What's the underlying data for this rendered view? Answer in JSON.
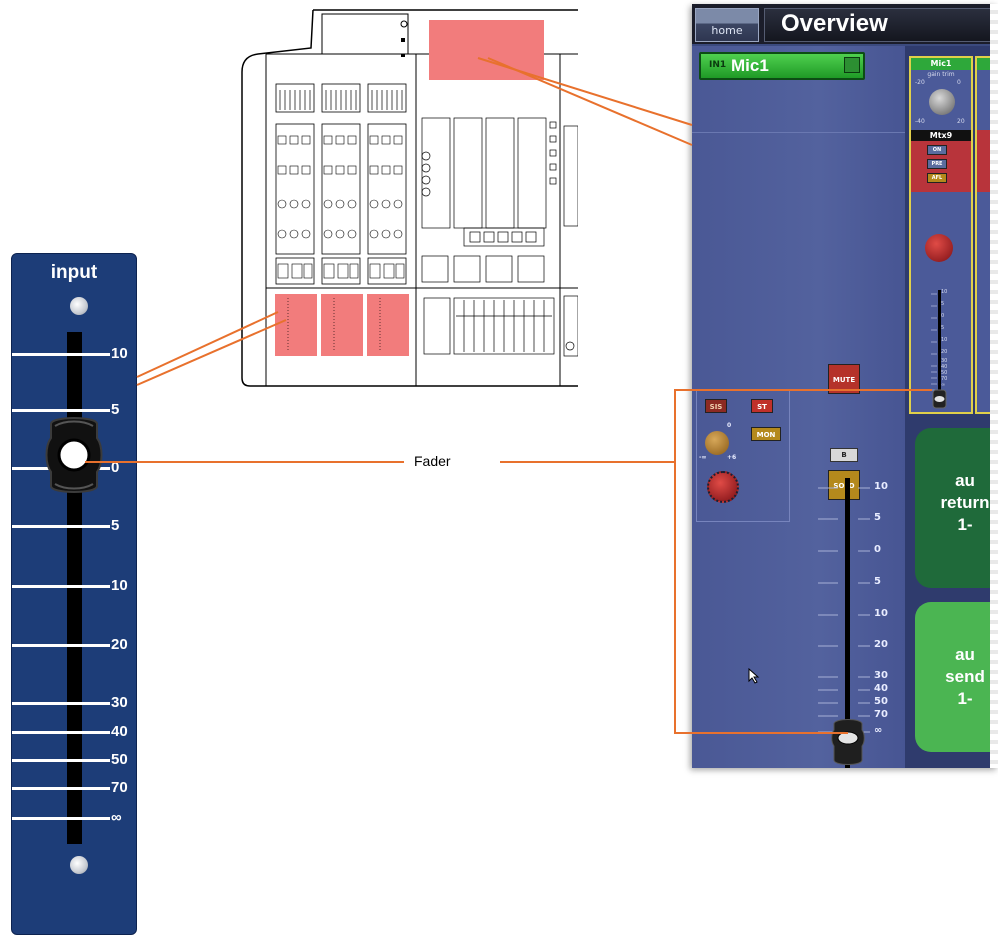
{
  "strip": {
    "title": "input",
    "scale": [
      "10",
      "5",
      "0",
      "5",
      "10",
      "20",
      "30",
      "40",
      "50",
      "70",
      "∞"
    ]
  },
  "callout": {
    "fader_label": "Fader"
  },
  "overview": {
    "home_label": "home",
    "title": "Overview",
    "channel": {
      "prefix": "IN1",
      "name": "Mic1"
    },
    "mic_strip": {
      "name": "Mic1",
      "gain_label": "gain trim",
      "gain_scale": [
        "-20",
        "0",
        "-40",
        "20"
      ],
      "matrix_name": "Mtx9",
      "buttons": [
        "ON",
        "PRE",
        "AFL"
      ],
      "fader_scale": [
        "10",
        "5",
        "0",
        "5",
        "10",
        "20",
        "30",
        "40",
        "50",
        "70",
        "∞"
      ]
    },
    "buttons": {
      "sis": "SIS",
      "st": "ST",
      "mon": "MON",
      "mute": "MUTE",
      "b": "B",
      "solo": "SOLO"
    },
    "pan_scale": [
      "0",
      "-∞",
      "+6"
    ],
    "fader_scale": [
      "10",
      "5",
      "0",
      "5",
      "10",
      "20",
      "30",
      "40",
      "50",
      "70",
      "∞"
    ],
    "aux_returns": [
      "au",
      "return",
      "1-"
    ],
    "aux_sends": [
      "au",
      "send",
      "1-"
    ]
  },
  "colors": {
    "accent": "#e8712d",
    "strip_bg": "#1d3d78",
    "highlight": "#f27c7c",
    "channel_green": "#2ea83a"
  }
}
